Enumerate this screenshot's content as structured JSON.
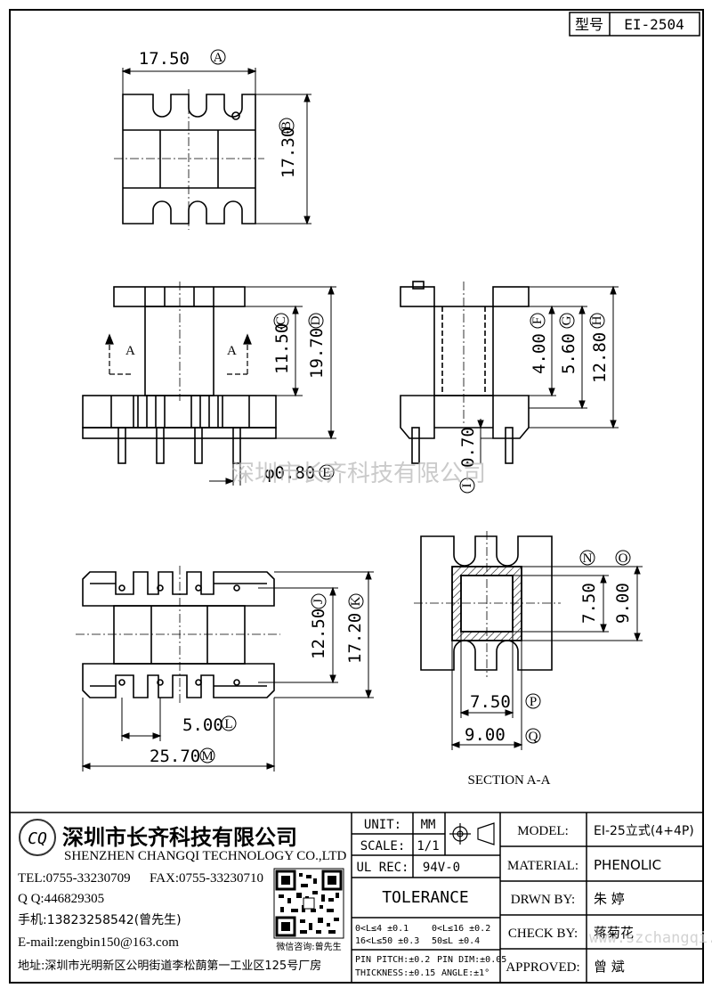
{
  "title_block": {
    "type_label": "型号",
    "type_value": "EI-2504"
  },
  "dimensions": {
    "a": "17.50",
    "a_mark": "A",
    "b": "17.30",
    "b_mark": "B",
    "c": "11.50",
    "c_mark": "C",
    "d": "19.70",
    "d_mark": "D",
    "e": "φ0.80",
    "e_mark": "E",
    "f": "4.00",
    "f_mark": "F",
    "g": "5.60",
    "g_mark": "G",
    "h": "12.80",
    "h_mark": "H",
    "i": "0.70",
    "i_mark": "I",
    "j": "12.50",
    "j_mark": "J",
    "k": "17.20",
    "k_mark": "K",
    "l": "5.00",
    "l_mark": "L",
    "m": "25.70",
    "m_mark": "M",
    "n": "7.50",
    "n_mark": "N",
    "o": "9.00",
    "o_mark": "O",
    "p": "7.50",
    "p_mark": "P",
    "q": "9.00",
    "q_mark": "Q"
  },
  "section_arrows": {
    "left": "A",
    "right": "A"
  },
  "section_title": "SECTION A-A",
  "watermark": "深圳市长齐科技有限公司",
  "company": {
    "logo_text": "CQ",
    "name_cn": "深圳市长齐科技有限公司",
    "name_en": "SHENZHEN CHANGQI TECHNOLOGY CO.,LTD",
    "tel": "TEL:0755-33230709",
    "fax": "FAX:0755-33230710",
    "qq": "Q Q:446829305",
    "mobile": "手机:13823258542(曾先生)",
    "email": "E-mail:zengbin150@163.com",
    "address": "地址:深圳市光明新区公明街道李松蓢第一工业区125号厂房",
    "qr_caption": "微信咨询:曾先生"
  },
  "specs": {
    "unit_label": "UNIT:",
    "unit_value": "MM",
    "scale_label": "SCALE:",
    "scale_value": "1/1",
    "ulrec_label": "UL REC:",
    "ulrec_value": "94V-0",
    "tolerance_label": "TOLERANCE",
    "tol_1": "0<L≤4   ±0.1",
    "tol_2": "0<L≤16  ±0.2",
    "tol_3": "16<L≤50  ±0.3",
    "tol_4": "50≤L   ±0.4",
    "pin_pitch": "PIN PITCH:±0.2",
    "pin_dim": "PIN  DIM:±0.05",
    "thickness": "THICKNESS:±0.15",
    "angle": "ANGLE:±1°"
  },
  "info": {
    "model_label": "MODEL:",
    "model_value": "EI-25立式(4+4P)",
    "material_label": "MATERIAL:",
    "material_value": "PHENOLIC",
    "drawn_label": "DRWN BY:",
    "drawn_value": "朱 婷",
    "check_label": "CHECK BY:",
    "check_value": "蒋菊花",
    "approved_label": "APPROVED:",
    "approved_value": "曾 斌",
    "site": "www.szchangqi.cn"
  }
}
